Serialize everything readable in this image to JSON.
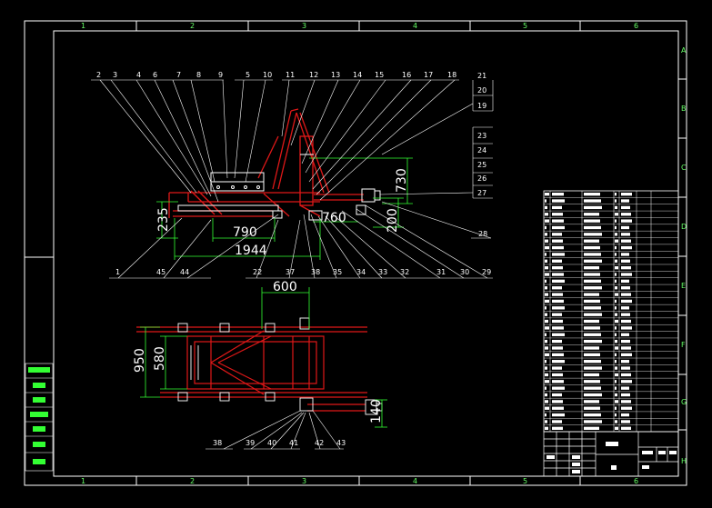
{
  "colors": {
    "background": "#000000",
    "frame": "#ffffff",
    "structure": "#e01818",
    "dimension": "#33ff33",
    "leader": "#ffffff",
    "grid": "#66ff66"
  },
  "border": {
    "top_columns": [
      "1",
      "2",
      "3",
      "4",
      "5",
      "6"
    ],
    "bottom_columns": [
      "1",
      "2",
      "3",
      "4",
      "5",
      "6"
    ],
    "rows": [
      "A",
      "B",
      "C",
      "D",
      "E",
      "F",
      "G",
      "H"
    ]
  },
  "labels": {
    "top_row": [
      "2",
      "3",
      "4",
      "6",
      "7",
      "8",
      "9",
      "5",
      "10",
      "11",
      "12",
      "13",
      "14",
      "15",
      "16",
      "17",
      "18"
    ],
    "right_boxes": [
      "21",
      "20",
      "19",
      "23",
      "24",
      "25",
      "26",
      "27"
    ],
    "right_single": "28",
    "bottom_row": [
      "1",
      "45",
      "44",
      "22",
      "37",
      "38",
      "35",
      "34",
      "33",
      "32",
      "31",
      "30",
      "29"
    ],
    "plan_bottom": [
      "38",
      "39",
      "40",
      "41",
      "42",
      "43"
    ]
  },
  "dimensions": {
    "d790": "790",
    "d1944": "1944",
    "d235": "235",
    "d760": "760",
    "d200": "200",
    "d730": "730",
    "d600": "600",
    "d950": "950",
    "d580": "580",
    "d140": "140"
  }
}
